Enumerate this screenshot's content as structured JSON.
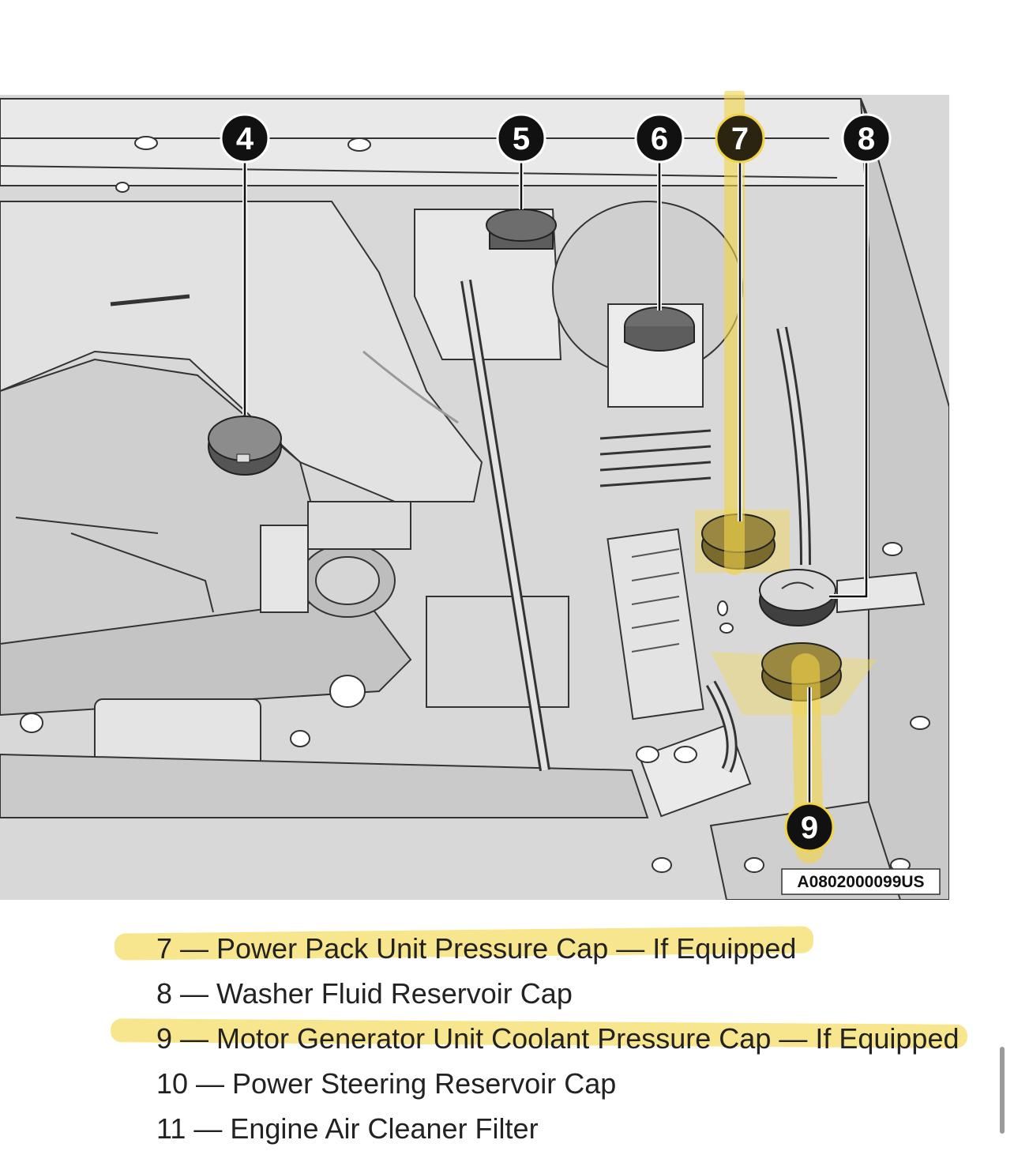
{
  "diagram": {
    "figure_id": "A0802000099US",
    "callouts": [
      {
        "number": "4",
        "label": "4"
      },
      {
        "number": "5",
        "label": "5"
      },
      {
        "number": "6",
        "label": "6"
      },
      {
        "number": "7",
        "label": "7"
      },
      {
        "number": "8",
        "label": "8"
      },
      {
        "number": "9",
        "label": "9"
      }
    ]
  },
  "legend": {
    "items": [
      {
        "text": "7 — Power Pack Unit Pressure Cap — If Equipped",
        "highlighted": true
      },
      {
        "text": "8 — Washer Fluid Reservoir Cap",
        "highlighted": false
      },
      {
        "text": "9 — Motor Generator Unit Coolant Pressure Cap — If Equipped",
        "highlighted": true
      },
      {
        "text": "10 — Power Steering Reservoir Cap",
        "highlighted": false
      },
      {
        "text": "11 — Engine Air Cleaner Filter",
        "highlighted": false
      }
    ]
  },
  "colors": {
    "highlight": "#f7e27a",
    "callout_fill": "#111111",
    "line_art": "#2a2a2a",
    "panel_gray": "#d6d6d6"
  }
}
